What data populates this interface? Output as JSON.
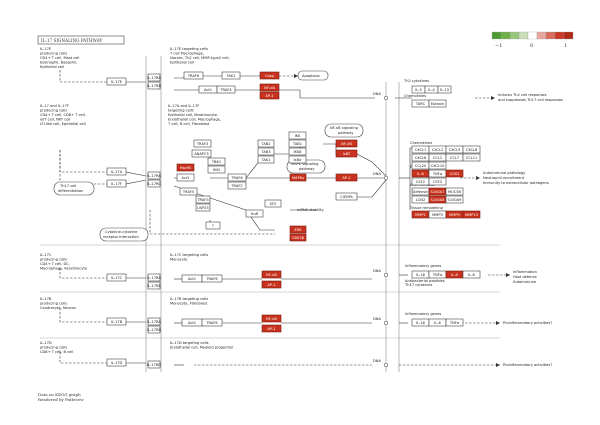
{
  "title": "IL-17 SIGNALING PATHWAY",
  "legend": {
    "labels": [
      "−1",
      "0",
      "1"
    ],
    "colors": [
      "#4e9a32",
      "#6fb04b",
      "#98c77a",
      "#c9deb9",
      "#ffffff",
      "#e8a79c",
      "#d86b5a",
      "#c83a26",
      "#b02a18"
    ]
  },
  "footer": [
    "Data on KEGG graph",
    "Rendered by Pathview"
  ],
  "producers": {
    "il17": [
      "IL-17E",
      "producing cells",
      "CD4+ T cell, Mast cell",
      "Eosinophil, Basophil,",
      "Epithelial cell"
    ],
    "il17af": [
      "IL-17 and IL-17F",
      "producing cells",
      "CD4+ T cell, CD8+ T cell,",
      "γδT cell, NKT cell",
      "LTi-like cell, Epithelial cell"
    ],
    "il17c": [
      "IL-17C",
      "producing cells",
      "CD4+ T cell, DC,",
      "Macrophage, Keratinocyte"
    ],
    "il17b": [
      "IL-17B",
      "producing cells",
      "Condrocyte, Neuron"
    ],
    "il17d": [
      "IL-17D",
      "producing cells",
      "CD8+ T cell, B cell"
    ]
  },
  "targets": {
    "e": [
      "IL-17E targeting cells",
      "T cell Macrophage,",
      "Nocyte, Th2 cell, MMP-type2 cell,",
      "Epithelial cell"
    ],
    "af": [
      "IL-17A and IL-17F",
      "targeting cells",
      "Epithelial cell, Keratinocyte,",
      "Endothelial cell, Macrophage,",
      "T cell, B cell, Fibroblast"
    ],
    "c": [
      "IL-17C targeting cells",
      "Monocyte"
    ],
    "b": [
      "IL-17B targeting cells",
      "Monocyte, Fibroblast"
    ],
    "d": [
      "IL-17D targeting cells",
      "Endothelial cell, Myeloid progenitor"
    ]
  },
  "labels": {
    "th17": [
      "Th17 cell",
      "differentiation"
    ],
    "cytokine": [
      "Cytokine-cytokine",
      "receptor interaction"
    ],
    "nfkb_path": [
      "NF-κB signaling",
      "pathway"
    ],
    "mapk_path": [
      "MAPK signaling",
      "pathway"
    ],
    "apoptosis_text": "Apoptosis",
    "mrna": "mRNA stability",
    "th2": "Th2 cytokines",
    "chemokines1": "Chemokines",
    "chemokines2": "Chemokines",
    "cytokines": "Cytokines",
    "antimicrobial": "Anti-microbial",
    "tissue": "Tissue remodeling",
    "inflam_genes1": "Inflammatory genes",
    "antibacterial": [
      "Antibacterial peptides",
      "Th17 cytokines"
    ],
    "inflam_genes2": "Inflammatory genes",
    "dna": [
      "DNA",
      "DNA",
      "DNA",
      "DNA",
      "DNA"
    ],
    "out1": [
      "Induces Th2 cell responses",
      "and suppresses Th17 cell responses"
    ],
    "out2": [
      "Autoimmune pathology",
      "Neutrophil recruitment",
      "Immunity to extracellular pathogens"
    ],
    "out3": [
      "Inflammation",
      "Host defence",
      "Autoimmune"
    ],
    "out4": "Proinflammatory activities?",
    "out5": "Proinflammatory activities?"
  },
  "nodes": {
    "il17e": "IL-17E",
    "il17rb1": "IL-17RA",
    "il17rb2": "IL-17RB",
    "traf6a": "TRAF6",
    "tak1a": "TAK1",
    "casp": "Casp",
    "nfkba": "NF-κB",
    "ap1a": "AP-1",
    "act1a": "Act1",
    "traf4": "TRAF4",
    "il5": "IL-5",
    "il4": "IL-4",
    "il13": "IL-13",
    "tarc": "TARC",
    "eotaxin": "Eotaxin",
    "il17a": "IL-17A",
    "il17f": "IL-17F",
    "il17ra": "IL-17RA",
    "il17rc": "IL-17RC",
    "traf3": "TRAF3",
    "act1b": "Act1",
    "hsp90": "Hsp90",
    "anapc5": "ANAPC5",
    "tbk1": "TBK1",
    "ikki": "IKKi",
    "traf6b": "TRAF6",
    "traf5": "TRAF5",
    "traf2": "TRAF2",
    "ikba": "IKK",
    "tab2": "TAB2",
    "tab3": "TAB3",
    "tak1b": "TAK1",
    "nemo": "TAB1",
    "ikbb": "IKKβ",
    "ikbc": "IκBα",
    "nfkbb": "NF-κB",
    "ikbz": "IκBζ",
    "cebp": "C/EBPs",
    "mapks": "MAPKs",
    "ap1b": "AP-1",
    "traf3b": "TRAF3",
    "usp25": "USP25",
    "huR": "HuR",
    "sf2": "SF2",
    "erk": "ERK",
    "gsk3b": "GSK3β",
    "ch1": "CXCL1",
    "ch2": "CXCL2",
    "ch3": "CXCL5",
    "ch4": "CXCL8",
    "ch5": "CXCL6",
    "ch6": "CCL2",
    "ch7": "CCL7",
    "ch8": "CCL11",
    "ch9": "CCL20",
    "ch10": "CXCL10",
    "cy1": "IL-6",
    "cy2": "TNFα",
    "cy3": "COX2",
    "cy4": "CSF2",
    "cy5": "CSF3",
    "am1": "Defensin",
    "am2": "S100A7",
    "am3": "MUC5B",
    "am4": "LCN2",
    "am5": "S100A8",
    "am6": "S100A9",
    "tr1": "MMP1",
    "tr2": "MMP3",
    "tr3": "MMP9",
    "tr4": "MMP13",
    "il17c": "IL-17C",
    "il17rec": "IL-17RA",
    "il17rec2": "IL-17RE",
    "act1c": "Act1",
    "traf6c": "TRAF6",
    "nfkbc": "NF-κB",
    "ap1c": "AP-1",
    "ig1": "IL-1β",
    "ig2": "TNFα",
    "ig3": "IL-6",
    "ig4": "IL-8",
    "il17b": "IL-17B",
    "il17rbb": "IL-17RA",
    "il17rbb2": "IL-17RB",
    "act1d": "Act1",
    "traf6d": "TRAF6",
    "nfkbd": "NF-κB",
    "ap1d": "AP-1",
    "ig5": "IL-1β",
    "ig6": "IL-6",
    "ig7": "TNFα",
    "il17d": "IL-17D",
    "il17rd": "IL-17RD",
    "q": "?"
  }
}
